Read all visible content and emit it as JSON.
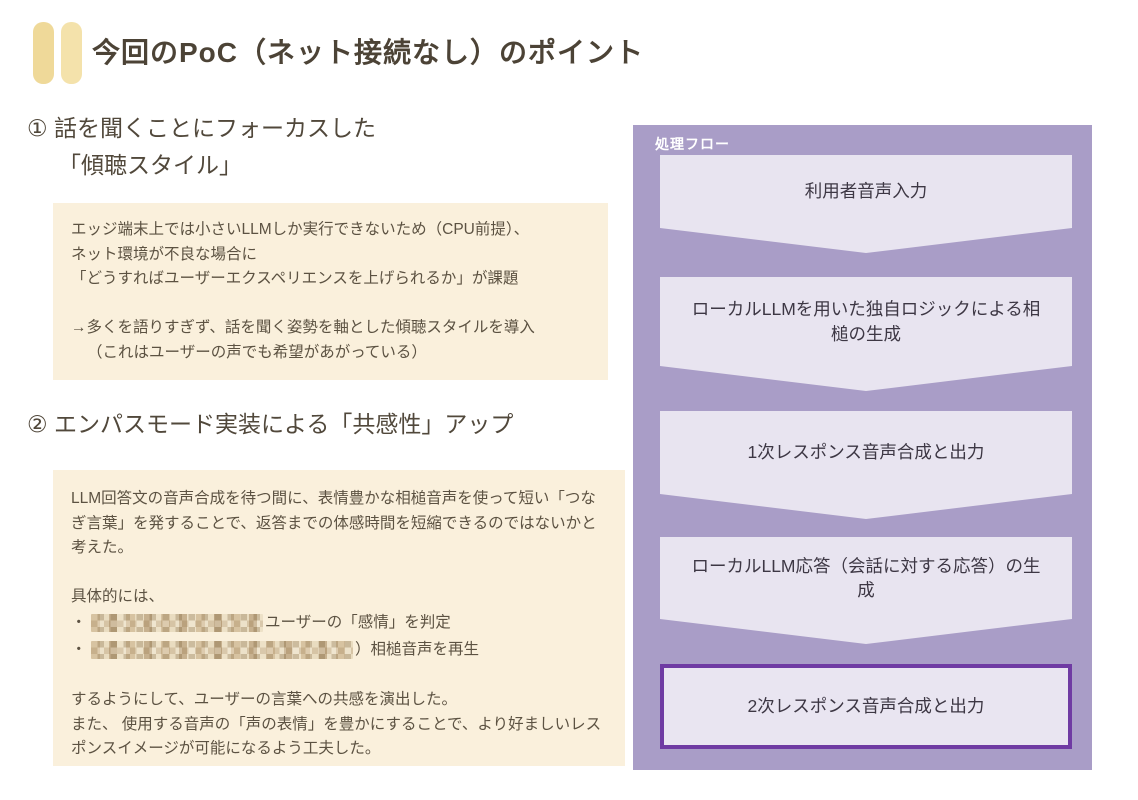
{
  "slide_title": "今回のPoC（ネット接続なし）のポイント",
  "section1": {
    "heading_line1": "① 話を聞くことにフォーカスした",
    "heading_line2": "「傾聴スタイル」",
    "box": {
      "line1": "エッジ端末上では小さいLLMしか実行できないため（CPU前提）、",
      "line2": "ネット環境が不良な場合に",
      "line3": "「どうすればユーザーエクスペリエンスを上げられるか」が課題",
      "line4": "→多くを語りすぎず、話を聞く姿勢を軸とした傾聴スタイルを導入",
      "line5": "（これはユーザーの声でも希望があがっている）"
    }
  },
  "section2": {
    "heading": "② エンパスモード実装による「共感性」アップ",
    "box": {
      "para1": "LLM回答文の音声合成を待つ間に、表情豊かな相槌音声を使って短い「つなぎ言葉」を発することで、返答までの体感時間を短縮できるのではないかと考えた。",
      "list_intro": "具体的には、",
      "bullet_marker": "・",
      "bullet1_text_after": "ユーザーの「感情」を判定",
      "bullet2_text_after": "）相槌音声を再生",
      "para2": "するようにして、ユーザーの言葉への共感を演出した。",
      "para3": "また、 使用する音声の「声の表情」を豊かにすることで、より好ましいレスポンスイメージが可能になるよう工夫した。"
    }
  },
  "flow": {
    "label": "処理フロー",
    "steps": [
      "利用者音声入力",
      "ローカルLLMを用いた独自ロジックによる相槌の生成",
      "1次レスポンス音声合成と出力",
      "ローカルLLM応答（会話に対する応答）の生成",
      "2次レスポンス音声合成と出力"
    ]
  },
  "colors": {
    "accent_bar": "#EFD999",
    "note_box_bg": "#FAF0DC",
    "panel_bg": "#A99DC7",
    "step_bg": "#E8E4F0",
    "highlight_border": "#6F3BA3",
    "title_text": "#4C4336",
    "body_text": "#5C5242",
    "flow_text": "#3D3744"
  }
}
